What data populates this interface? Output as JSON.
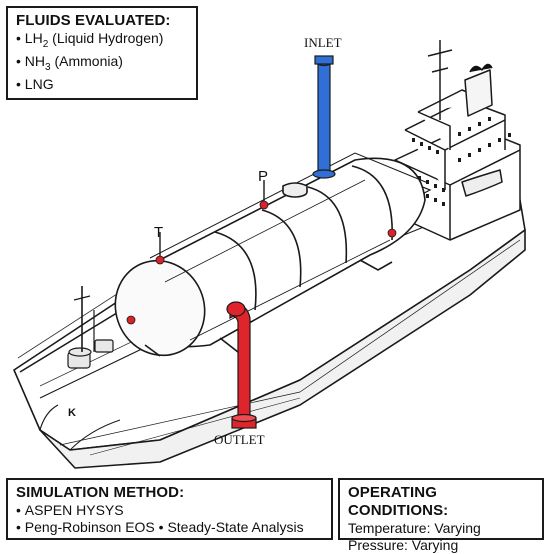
{
  "fluids": {
    "title": "FLUIDS EVALUATED:",
    "items": [
      {
        "main": "LH",
        "sub": "2",
        "rest": " (Liquid Hydrogen)"
      },
      {
        "main": "NH",
        "sub": "3",
        "rest": " (Ammonia)"
      },
      {
        "main": "LNG",
        "sub": "",
        "rest": ""
      }
    ]
  },
  "simulation": {
    "title": "SIMULATION METHOD:",
    "line1": "ASPEN HYSYS",
    "line2": "Peng-Robinson EOS • Steady-State Analysis"
  },
  "operating": {
    "title": "OPERATING CONDITIONS:",
    "temperature": "Temperature: Varying",
    "pressure": "Pressure: Varying"
  },
  "labels": {
    "inlet": "INLET",
    "outlet": "OUTLET",
    "pressure_tag": "P",
    "temperature_tag": "T"
  },
  "colors": {
    "inlet": "#2f6fd6",
    "outlet": "#e0242b",
    "sensor": "#d8232a"
  }
}
